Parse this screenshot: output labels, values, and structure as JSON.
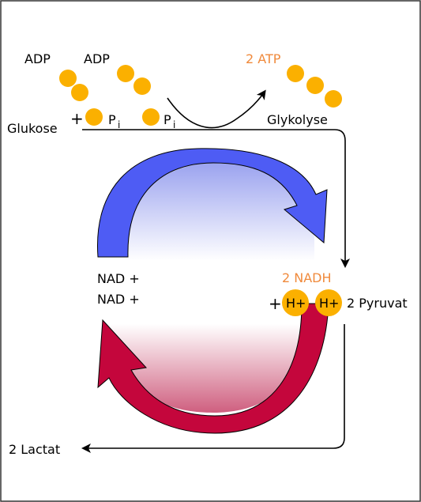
{
  "labels": {
    "adp_1": "ADP",
    "adp_2": "ADP",
    "atp": "2 ATP",
    "glukose": "Glukose",
    "plus_1": "+",
    "p_1": "P",
    "i_1": "i",
    "p_2": "P",
    "i_2": "i",
    "glykolyse": "Glykolyse",
    "nad_1": "NAD +",
    "nad_2": "NAD +",
    "nadh": "2 NADH",
    "plus_2": "+",
    "h_1": "H+",
    "h_2": "H+",
    "pyruvat": "2 Pyruvat",
    "lactat": "2 Lactat"
  },
  "colors": {
    "phosphate": "#fbb000",
    "orange_text": "#f08a3c",
    "blue_arrow": "#4e5cf4",
    "red_arrow": "#c4063c",
    "line": "#000000"
  }
}
